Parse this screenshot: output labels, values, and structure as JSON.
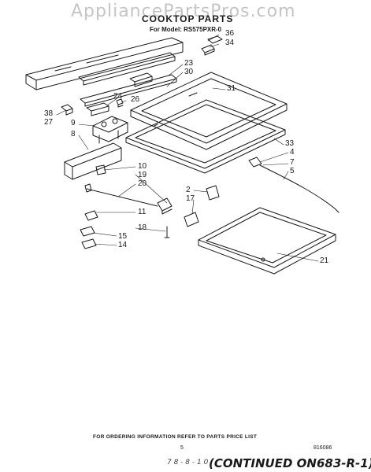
{
  "watermark": "AppliancePartsPros.com",
  "title": "COOKTOP PARTS",
  "model_line": "For Model: RS575PXR-0",
  "part_labels": {
    "p36": "36",
    "p34": "34",
    "p23": "23",
    "p30": "30",
    "p31": "31",
    "p24": "24",
    "p26": "26",
    "p38": "38",
    "p27": "27",
    "p9": "9",
    "p8": "8",
    "p33": "33",
    "p4": "4",
    "p7": "7",
    "p5": "5",
    "p10": "10",
    "p19": "19",
    "p20": "20",
    "p2": "2",
    "p17": "17",
    "p11": "11",
    "p18": "18",
    "p15": "15",
    "p14": "14",
    "p21": "21"
  },
  "footer": {
    "ordering_note": "FOR ORDERING INFORMATION REFER TO PARTS PRICE LIST",
    "page_number": "5",
    "drawing_code": "816086",
    "handwritten": "7 8 - 8 - 1 0",
    "continued": "(CONTINUED ON683-R-1)"
  }
}
